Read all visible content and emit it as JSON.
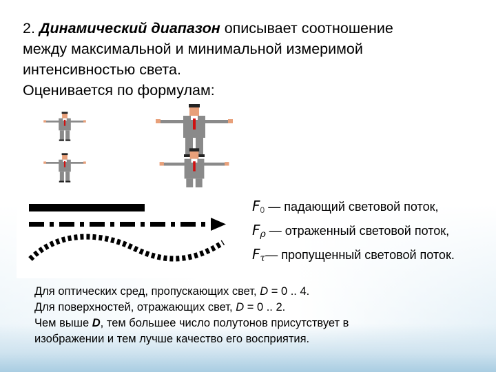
{
  "heading": {
    "number": "2.",
    "term": "Динамический диапазон",
    "line1_rest": "описывает соотношение",
    "line2": "между максимальной и минимальной измеримой",
    "line3": "интенсивностью света.",
    "line4": "Оценивается по формулам:"
  },
  "legend": [
    {
      "symbol": "F",
      "sub": "0",
      "text": "— падающий световой поток,"
    },
    {
      "symbol": "F",
      "sub": "ρ",
      "text": "— отраженный световой поток,"
    },
    {
      "symbol": "F",
      "sub": "τ",
      "text": "— пропущенный световой поток."
    }
  ],
  "notes": {
    "line1_a": "Для оптических сред, пропускающих свет,",
    "line1_var": "D",
    "line1_b": "= 0 .. 4.",
    "line2_a": "Для поверхностей, отражающих свет,",
    "line2_var": "D",
    "line2_b": "= 0 .. 2.",
    "line3_a": "Чем выше",
    "line3_var": "D",
    "line3_b": ", тем большее число полутонов присутствует в",
    "line4": "изображении и тем лучше качество его восприятия."
  },
  "colors": {
    "suit": "#8a8a8a",
    "tie": "#d01010",
    "skin": "#e8a07a",
    "bar": "#000000"
  }
}
